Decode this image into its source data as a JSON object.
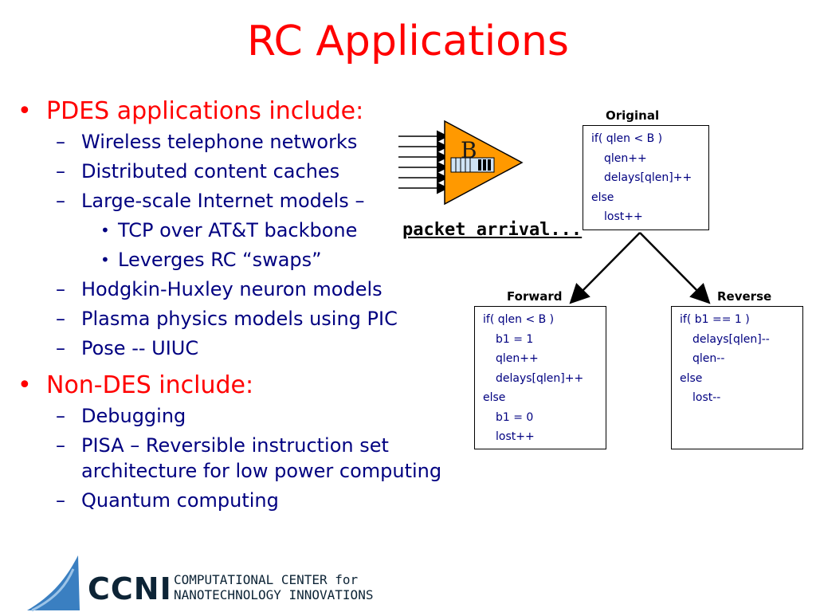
{
  "slide": {
    "title": "RC Applications"
  },
  "bullets": {
    "pdes_heading": "PDES applications include:",
    "pdes_items": [
      "Wireless telephone networks",
      "Distributed content caches",
      "Large-scale Internet models –"
    ],
    "internet_subitems": [
      "TCP over AT&T backbone",
      "Leverges RC “swaps”"
    ],
    "pdes_items_more": [
      "Hodgkin-Huxley neuron models",
      "Plasma physics models using PIC",
      "Pose -- UIUC"
    ],
    "nondes_heading": "Non-DES include:",
    "nondes_items": [
      "Debugging",
      "PISA – Reversible instruction set architecture for low power computing",
      "Quantum computing"
    ],
    "dash": "–"
  },
  "diagram": {
    "queue_letter": "B",
    "packet_label": "packet arrival...",
    "original": {
      "label": "Original",
      "lines": [
        "if( qlen < B )",
        "qlen++",
        "delays[qlen]++",
        "else",
        "lost++"
      ]
    },
    "forward": {
      "label": "Forward",
      "lines": [
        "if( qlen < B )",
        "b1 = 1",
        "qlen++",
        "delays[qlen]++",
        "else",
        "b1 = 0",
        "lost++"
      ]
    },
    "reverse": {
      "label": "Reverse",
      "lines": [
        "if( b1 == 1 )",
        "delays[qlen]--",
        "qlen--",
        "else",
        "lost--"
      ]
    },
    "colors": {
      "triangle_fill": "#ff9900",
      "box_text": "#000080"
    }
  },
  "logo": {
    "name": "CCNI",
    "line1": "COMPUTATIONAL CENTER for",
    "line2": "NANOTECHNOLOGY INNOVATIONS"
  }
}
